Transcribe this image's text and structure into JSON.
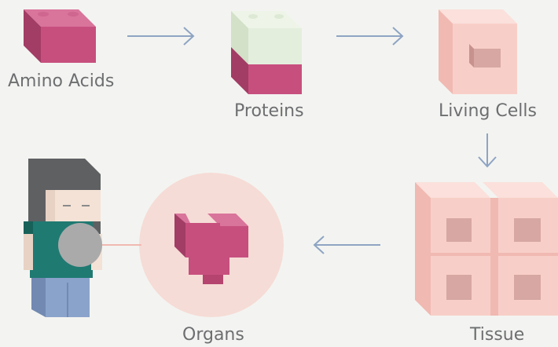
{
  "stages": {
    "amino_acids": "Amino Acids",
    "proteins": "Proteins",
    "living_cells": "Living Cells",
    "tissue": "Tissue",
    "organs": "Organs"
  },
  "colors": {
    "background": "#f3f4f1",
    "amino_front": "#c74f7e",
    "amino_top": "#d9749b",
    "amino_side": "#a23d65",
    "protein_top_front": "#e4eedd",
    "protein_top_top": "#eef5e8",
    "protein_top_side": "#d2e1c8",
    "cell_front": "#f8cfc8",
    "cell_top": "#fbe0db",
    "cell_side": "#f0b9b1",
    "nucleus": "#d6a7a3",
    "organ_circle": "#f6dcd6",
    "arrow": "#8ea4c3",
    "person_hair": "#5f6062",
    "person_skin": "#f4e2d6",
    "person_shirt": "#1f7a72",
    "person_pants": "#8aa3cb",
    "magnifier": "#aaaaaa",
    "text": "#6d6e70"
  }
}
